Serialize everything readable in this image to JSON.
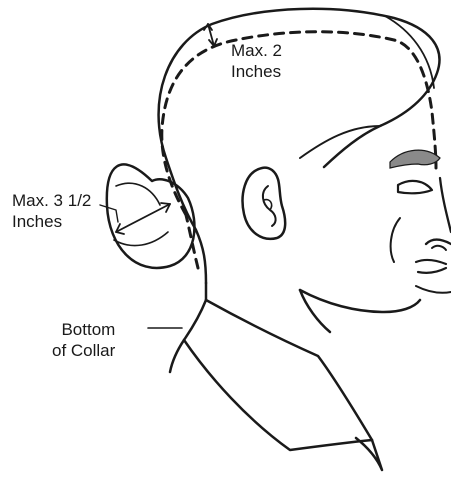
{
  "annotations": {
    "top": {
      "line1": "Max. 2",
      "line2": "Inches"
    },
    "bun": {
      "line1": "Max. 3 1/2",
      "line2": "Inches"
    },
    "collar": {
      "line1": "Bottom",
      "line2": "of Collar"
    }
  },
  "colors": {
    "ink": "#1a1a1a",
    "eyebrow": "#8a8a8a",
    "background": "#ffffff"
  }
}
